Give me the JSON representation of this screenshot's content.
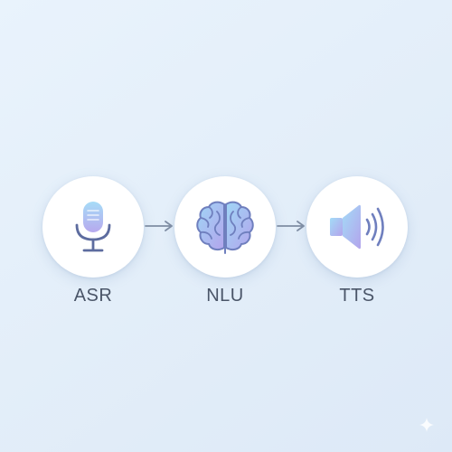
{
  "pipeline": {
    "stages": [
      {
        "label": "ASR",
        "icon": "microphone-icon"
      },
      {
        "label": "NLU",
        "icon": "brain-icon"
      },
      {
        "label": "TTS",
        "icon": "speaker-icon"
      }
    ],
    "connector_icon": "arrow-right-icon"
  },
  "colors": {
    "background": "#e5eff9",
    "node_fill": "#ffffff",
    "icon_gradient_start": "#9fd4f5",
    "icon_gradient_end": "#b8a8ee",
    "icon_stroke": "#6f7fbe",
    "label_text": "#4a5568",
    "arrow": "#7f8da3"
  }
}
